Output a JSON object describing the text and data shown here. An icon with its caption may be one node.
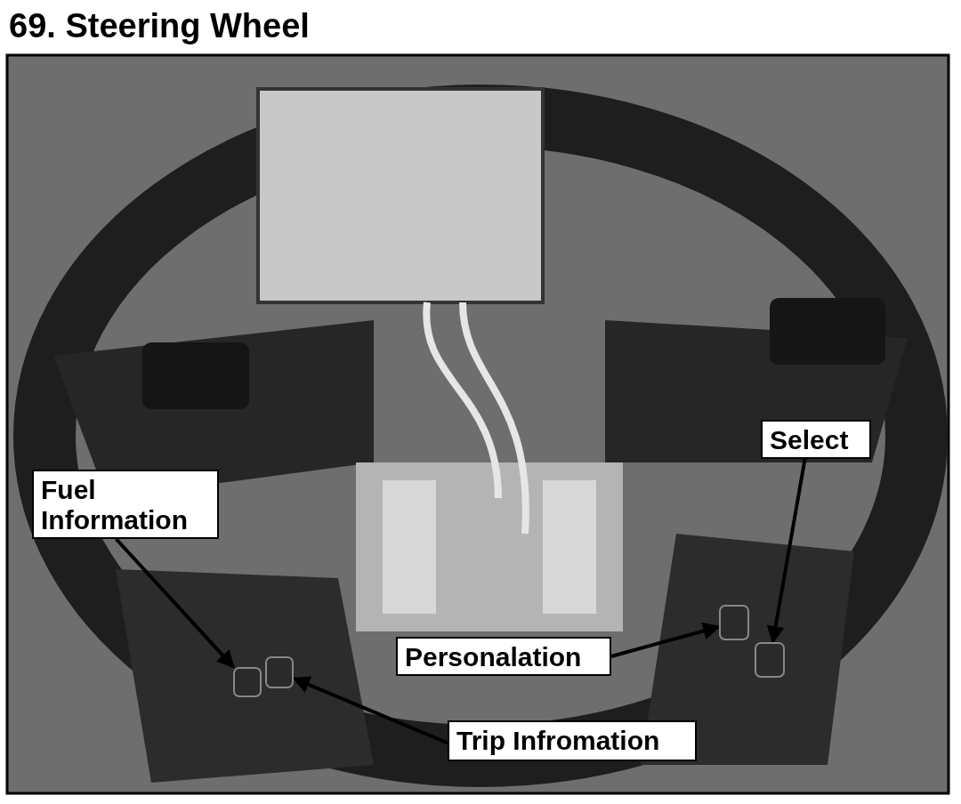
{
  "diagram": {
    "title": "69. Steering Wheel",
    "nodes": [
      {
        "text": [
          "Select"
        ]
      },
      {
        "text": [
          "Fuel Information"
        ]
      },
      {
        "text": [],
        "shape": "box"
      },
      {
        "text": [],
        "shape": "box"
      },
      {
        "text": [
          "Personalation"
        ]
      },
      {
        "text": [],
        "shape": "box"
      },
      {
        "text": [],
        "shape": "box"
      },
      {
        "text": [
          "Trip Infromation"
        ]
      }
    ],
    "edges": [
      {
        "from": 1,
        "to": 2,
        "arrow": "to"
      },
      {
        "from": 7,
        "to": 3,
        "arrow": "to"
      },
      {
        "from": 4,
        "to": 5,
        "arrow": "to"
      },
      {
        "from": 0,
        "to": 6,
        "arrow": "to"
      }
    ]
  }
}
